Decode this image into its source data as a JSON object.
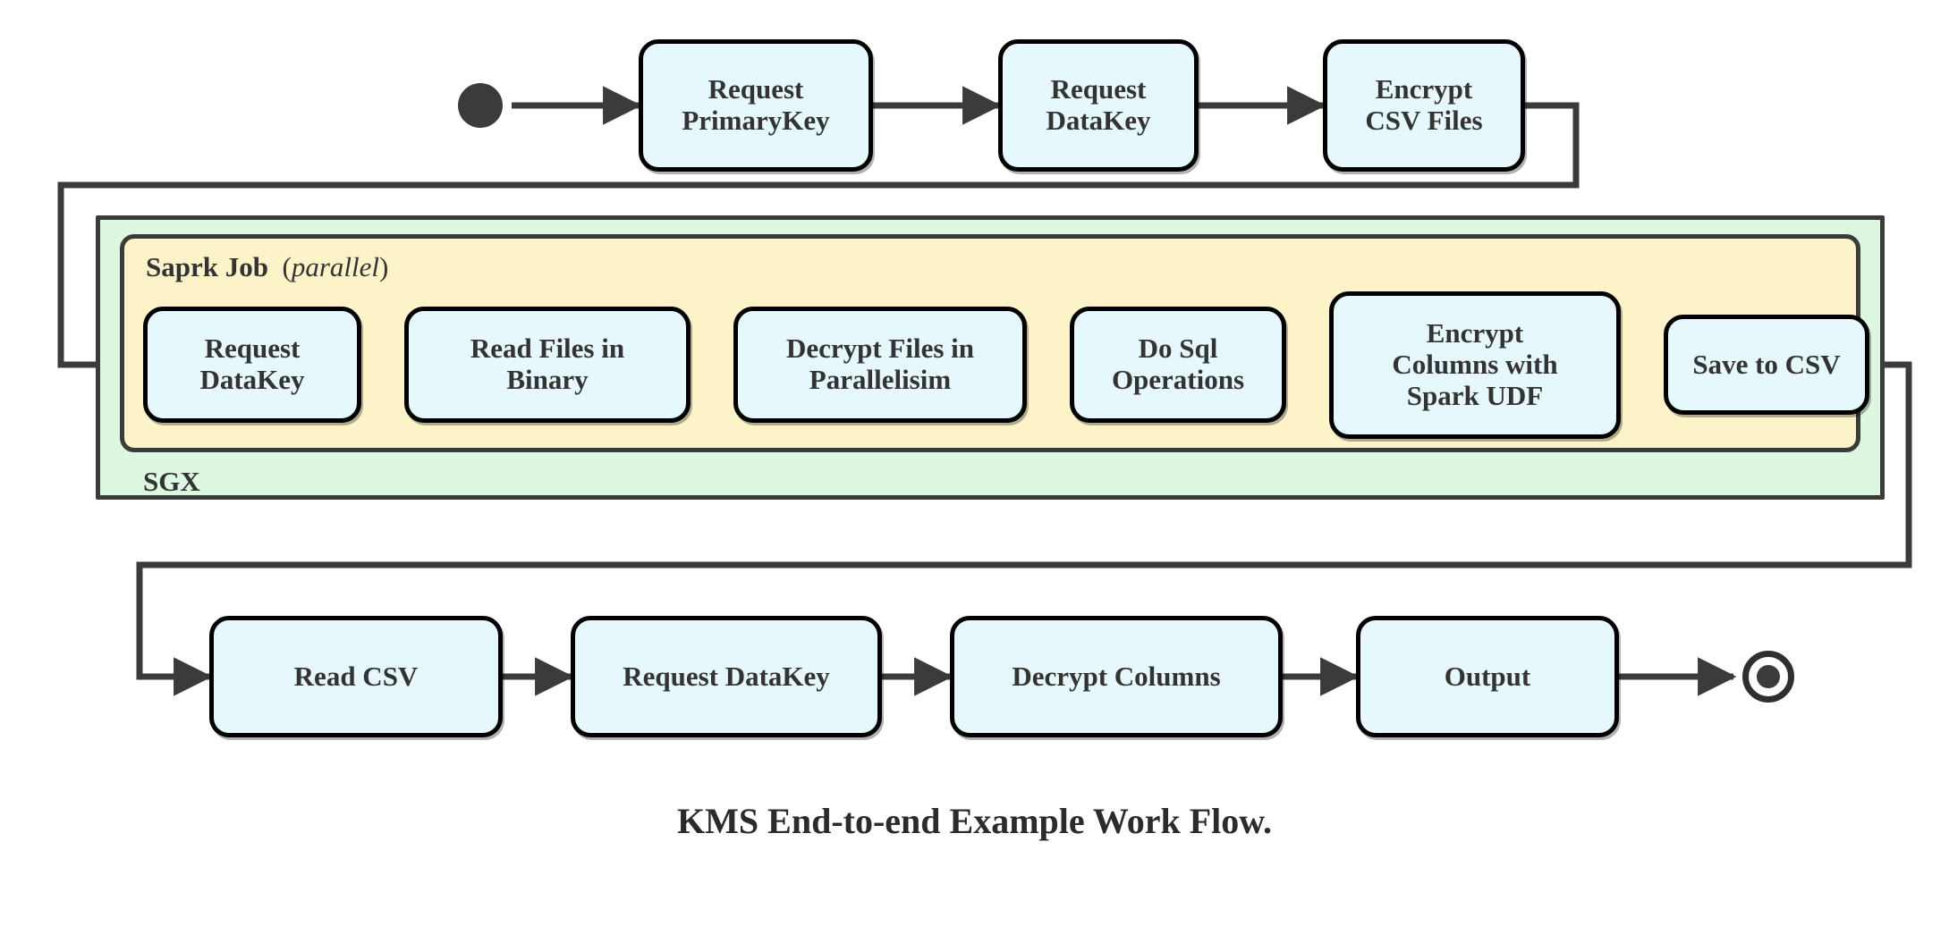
{
  "diagram": {
    "title": "KMS End-to-end Example Work Flow.",
    "colors": {
      "node_fill": "#e6f8fc",
      "node_border": "#000000",
      "sgx_fill": "#ddf8e0",
      "spark_fill": "#fdf3c8",
      "container_border": "#3b3b3b",
      "connector": "#3b3b3b",
      "text": "#333333",
      "background": "#ffffff"
    },
    "markers": {
      "start": "filled-circle-start-node",
      "end": "double-circle-end-node"
    },
    "containers": [
      {
        "id": "sgx",
        "label": "SGX",
        "label_position": "bottom-left"
      },
      {
        "id": "spark",
        "label": "Saprk Job",
        "annotation": "(parallel)",
        "annotation_italic": "parallel",
        "label_position": "top-left"
      }
    ],
    "rows": {
      "top": [
        {
          "id": "request-primarykey",
          "label": "Request\nPrimaryKey"
        },
        {
          "id": "request-datakey-top",
          "label": "Request\nDataKey"
        },
        {
          "id": "encrypt-csv-files",
          "label": "Encrypt\nCSV Files"
        }
      ],
      "spark": [
        {
          "id": "request-datakey-spark",
          "label": "Request\nDataKey"
        },
        {
          "id": "read-files-in-binary",
          "label": "Read Files in\nBinary"
        },
        {
          "id": "decrypt-files-in-parallelisim",
          "label": "Decrypt Files in\nParallelisim"
        },
        {
          "id": "do-sql-operations",
          "label": "Do Sql\nOperations"
        },
        {
          "id": "encrypt-columns-with-spark-udf",
          "label": "Encrypt\nColumns with\nSpark UDF"
        },
        {
          "id": "save-to-csv",
          "label": "Save to CSV"
        }
      ],
      "bottom": [
        {
          "id": "read-csv",
          "label": "Read CSV"
        },
        {
          "id": "request-datakey-bottom",
          "label": "Request DataKey"
        },
        {
          "id": "decrypt-columns",
          "label": "Decrypt Columns"
        },
        {
          "id": "output",
          "label": "Output"
        }
      ]
    },
    "flow_order": [
      "start",
      "Request PrimaryKey",
      "Request DataKey",
      "Encrypt CSV Files",
      "Request DataKey",
      "Read Files in Binary",
      "Decrypt Files in Parallelisim",
      "Do Sql Operations",
      "Encrypt Columns with Spark UDF",
      "Save to CSV",
      "Read CSV",
      "Request DataKey",
      "Decrypt Columns",
      "Output",
      "end"
    ]
  }
}
